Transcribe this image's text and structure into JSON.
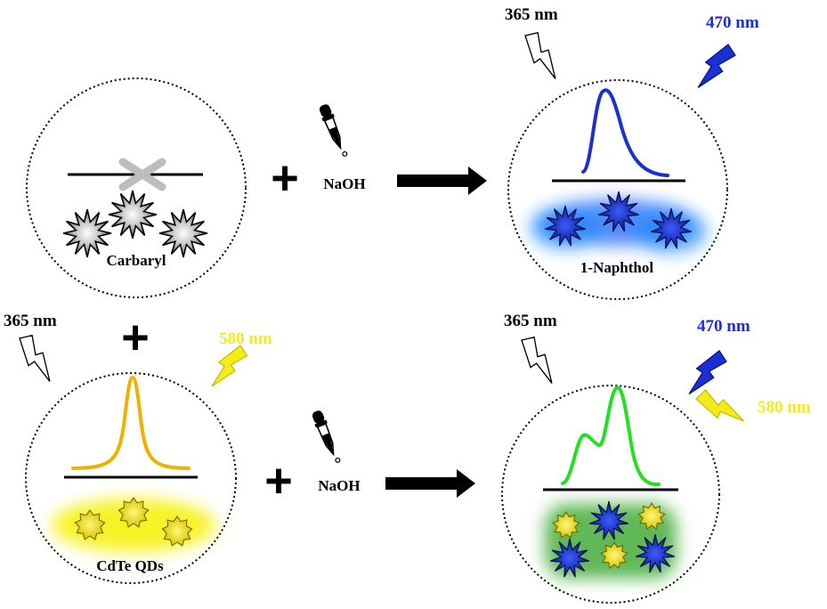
{
  "colors": {
    "blue": "#1a2fd6",
    "yellow": "#f2ec1a",
    "green": "#22e022",
    "orange": "#f0b000",
    "black": "#000000"
  },
  "panels": {
    "carbaryl": {
      "label": "Carbaryl"
    },
    "naphthol": {
      "label": "1-Naphthol",
      "excitation": "365 nm",
      "emission": "470 nm"
    },
    "cdte": {
      "label": "CdTe QDs",
      "excitation": "365 nm",
      "emission": "580 nm"
    },
    "mixed": {
      "excitation": "365 nm",
      "emission_blue": "470 nm",
      "emission_yellow": "580 nm"
    }
  },
  "reagents": {
    "top": {
      "plus": "+",
      "name": "NaOH"
    },
    "bottom": {
      "plus": "+",
      "name": "NaOH"
    },
    "middle_plus": "+"
  },
  "icons": {
    "dropper": "dropper-icon",
    "arrow": "reaction-arrow-icon",
    "lightning": "lightning-bolt-icon",
    "star": "spiky-star-icon"
  }
}
